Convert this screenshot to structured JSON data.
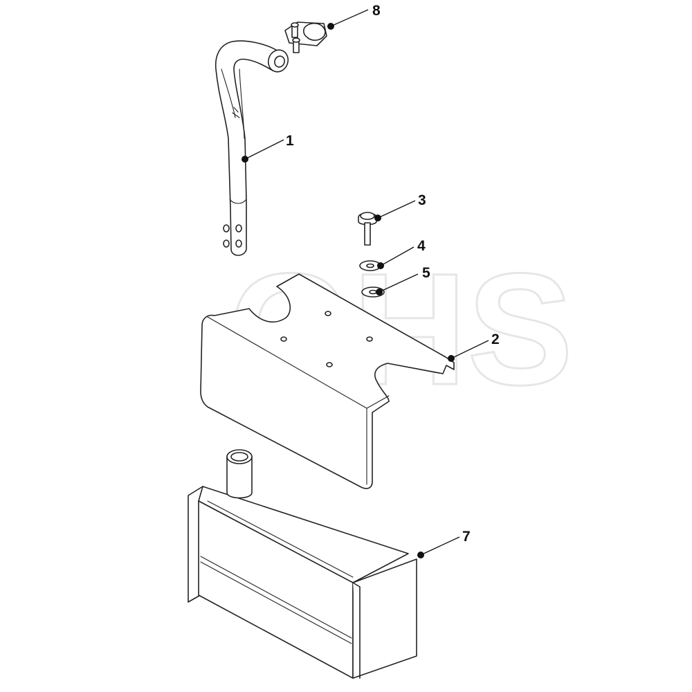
{
  "watermark": "GHS",
  "callouts": {
    "c1": "1",
    "c2": "2",
    "c3": "3",
    "c4": "4",
    "c5": "5",
    "c7": "7",
    "c8": "8"
  }
}
